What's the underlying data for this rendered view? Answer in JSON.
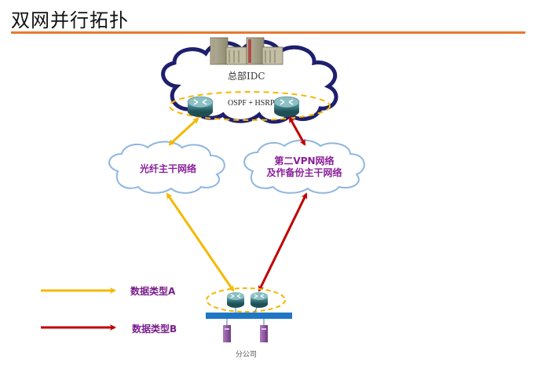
{
  "slide": {
    "title": "双网并行拓扑",
    "accent_color": "#e8792f"
  },
  "nodes": {
    "hq_idc": {
      "label": "总部IDC",
      "protocol_label": "OSPF + HSRP"
    },
    "fiber_backbone": {
      "label": "光纤主干网络"
    },
    "vpn_backbone": {
      "line1": "第二VPN网络",
      "line2": "及作备份主干网络"
    },
    "branch": {
      "label": "分公司"
    }
  },
  "legend": [
    {
      "label": "数据类型A",
      "color": "#f5b800"
    },
    {
      "label": "数据类型B",
      "color": "#c00000"
    }
  ],
  "links": [
    {
      "from": "hq_idc.router_left",
      "to": "fiber_backbone",
      "type": "A"
    },
    {
      "from": "fiber_backbone",
      "to": "branch.router_left",
      "type": "A"
    },
    {
      "from": "hq_idc.router_right",
      "to": "vpn_backbone",
      "type": "B"
    },
    {
      "from": "vpn_backbone",
      "to": "branch.router_right",
      "type": "B"
    }
  ]
}
